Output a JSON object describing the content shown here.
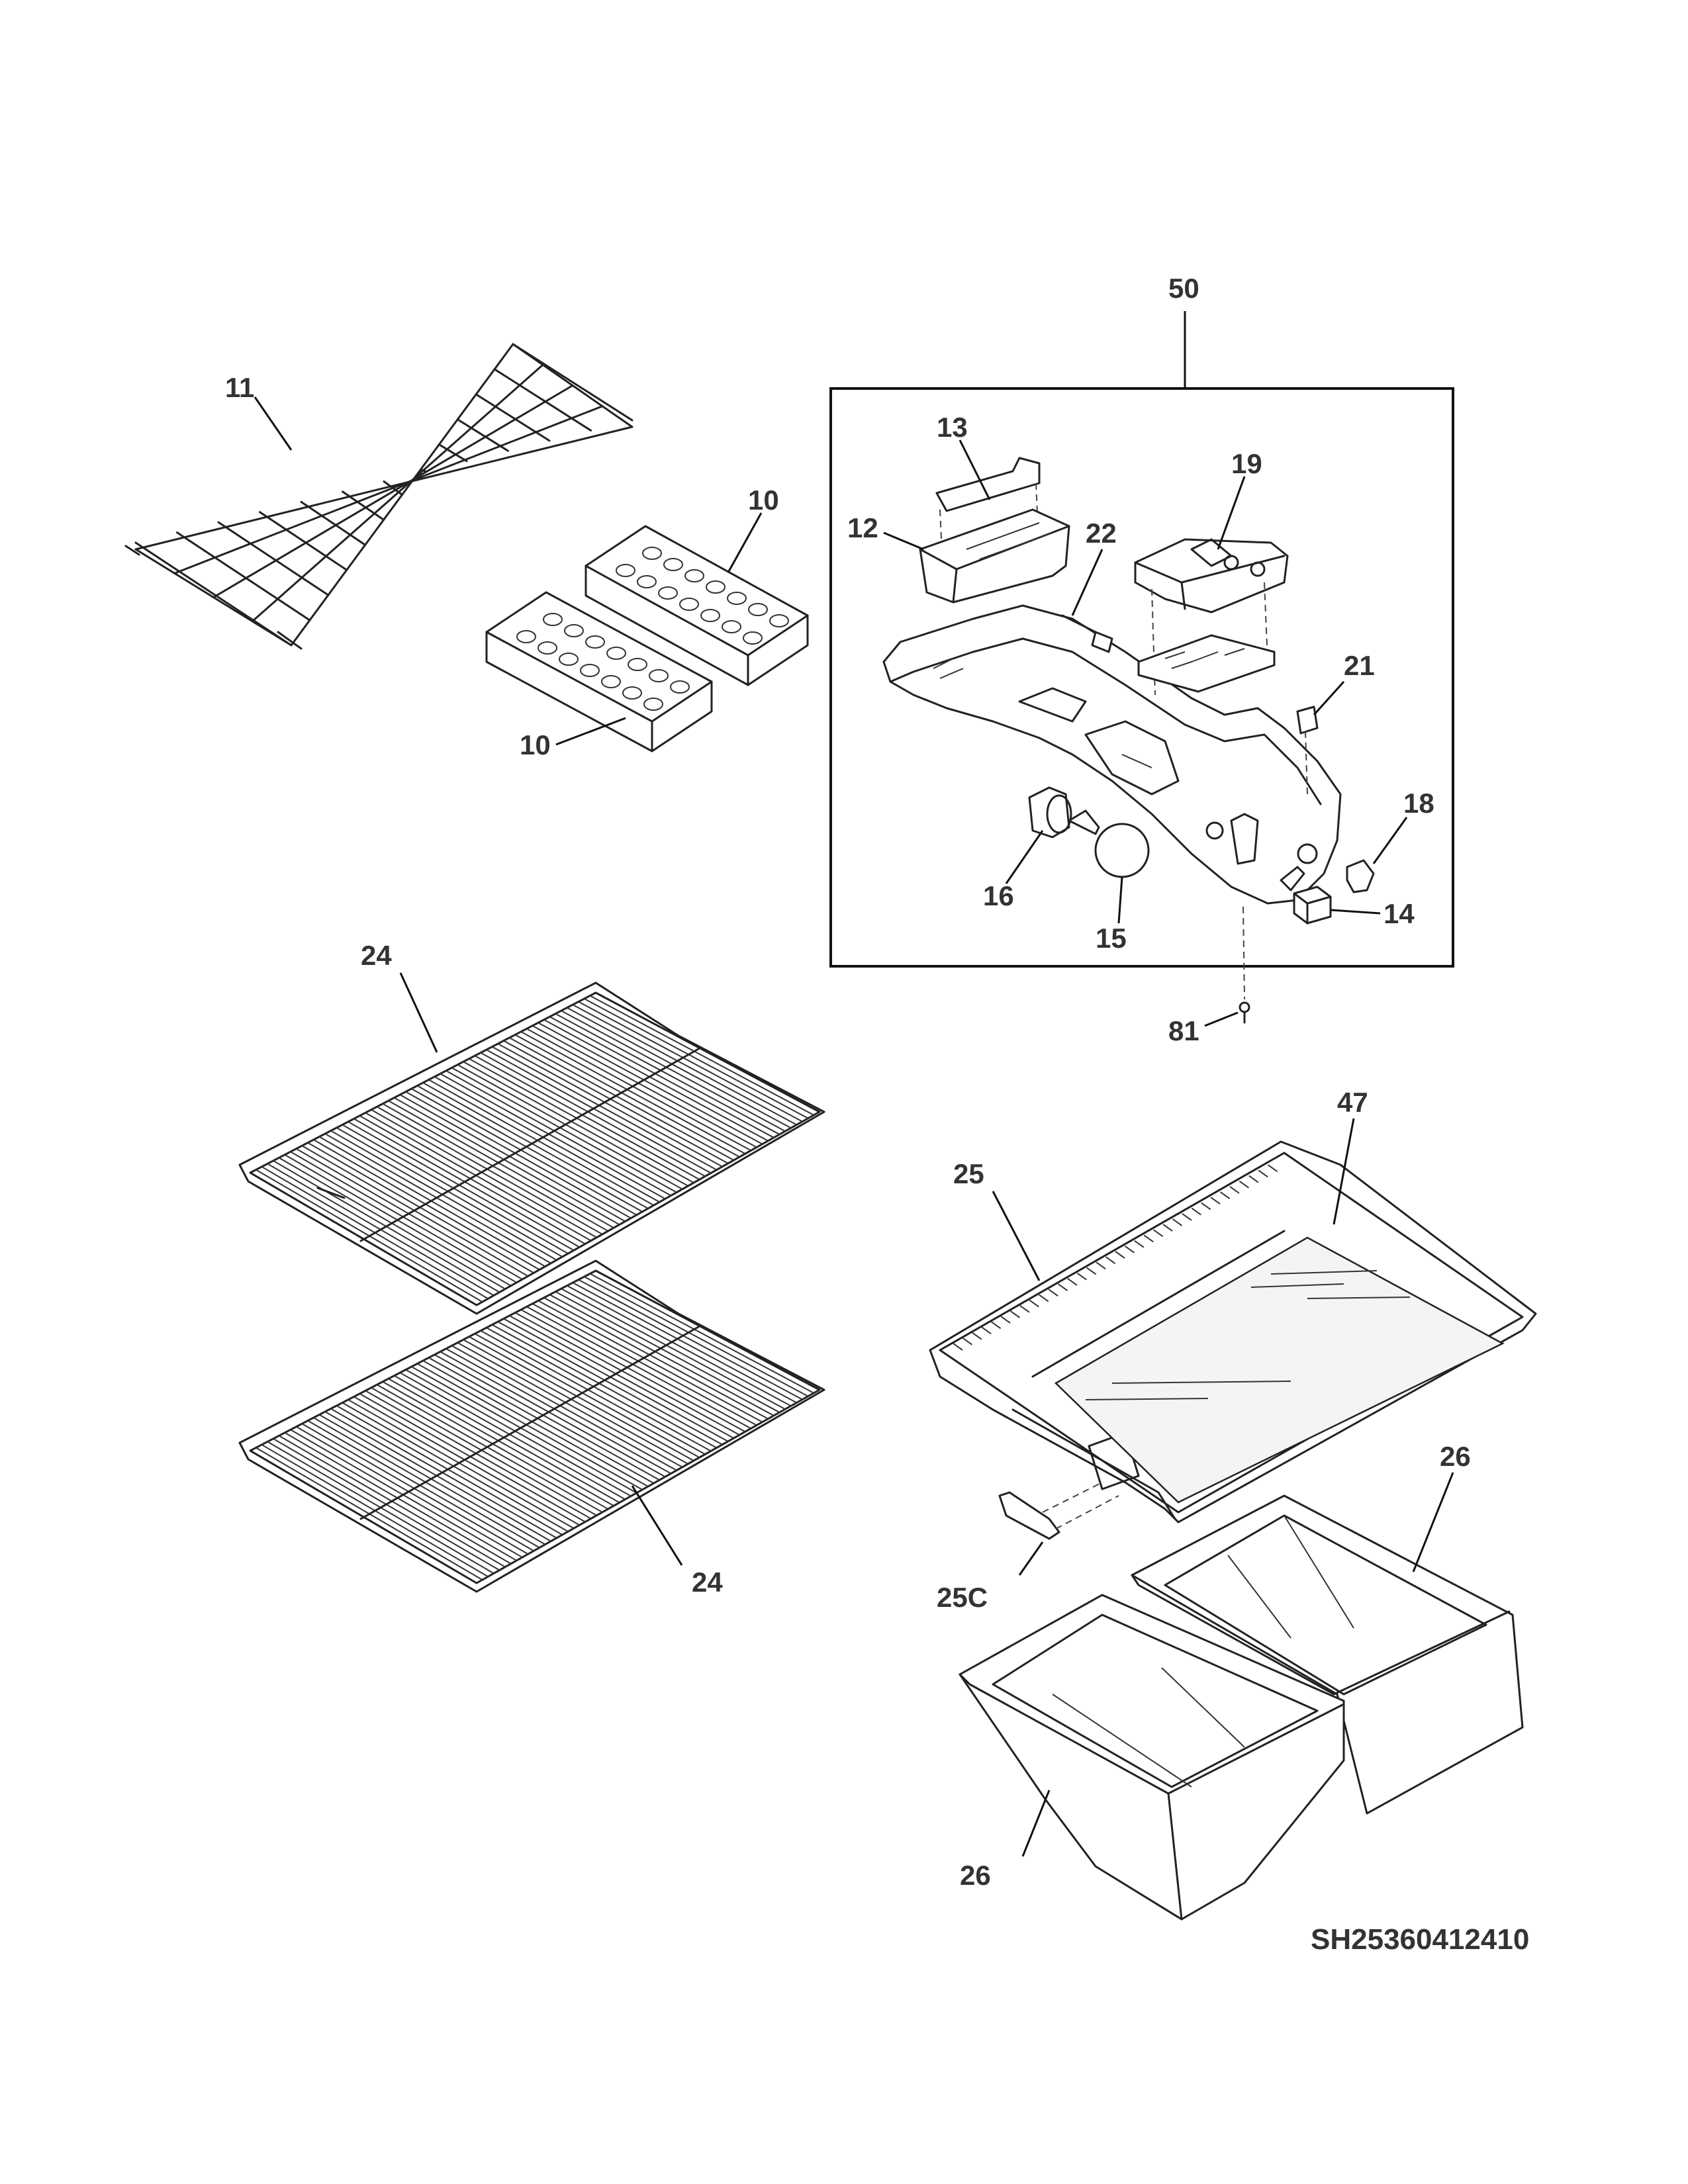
{
  "diagram_code": "SH25360412410",
  "callouts": {
    "c50": "50",
    "c11": "11",
    "c10a": "10",
    "c10b": "10",
    "c13": "13",
    "c12": "12",
    "c19": "19",
    "c22": "22",
    "c21": "21",
    "c18": "18",
    "c16": "16",
    "c15": "15",
    "c14": "14",
    "c81": "81",
    "c24a": "24",
    "c24b": "24",
    "c47": "47",
    "c25": "25",
    "c25c": "25C",
    "c26a": "26",
    "c26b": "26"
  },
  "colors": {
    "line": "#222222",
    "text": "#333333",
    "background": "#ffffff"
  }
}
